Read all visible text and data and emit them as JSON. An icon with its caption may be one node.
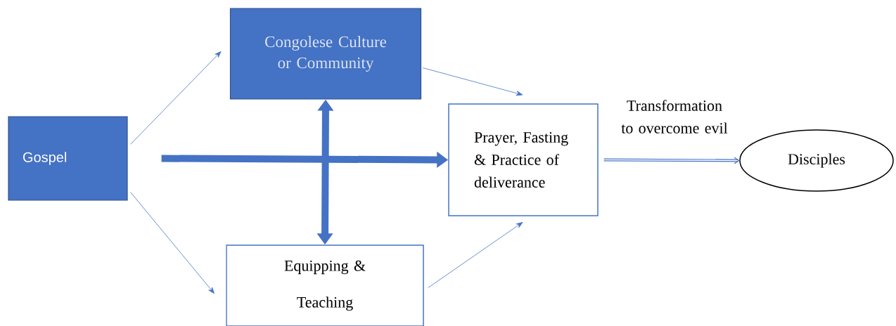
{
  "diagram": {
    "nodes": [
      {
        "text": [
          "Gospel"
        ]
      },
      {
        "text": [
          "Congolese Culture or Community"
        ]
      },
      {
        "text": [
          "Prayer, Fasting & Practice of deliverance"
        ]
      },
      {
        "text": [
          "Equipping & Teaching"
        ]
      },
      {
        "text": [
          "Disciples"
        ]
      }
    ],
    "edges": [
      {
        "from": 0,
        "to": 1,
        "arrow": "to"
      },
      {
        "from": 0,
        "to": 3,
        "arrow": "to"
      },
      {
        "from": 1,
        "to": 2,
        "arrow": "to"
      },
      {
        "from": 3,
        "to": 2,
        "arrow": "to"
      },
      {
        "from": 0,
        "to": 2,
        "arrow": "to",
        "style": "thick"
      },
      {
        "from": 1,
        "to": 3,
        "arrow": "both",
        "style": "thick"
      },
      {
        "from": 2,
        "to": 4,
        "arrow": "to",
        "label": "Transformation to overcome evil",
        "style": "thick"
      }
    ]
  }
}
